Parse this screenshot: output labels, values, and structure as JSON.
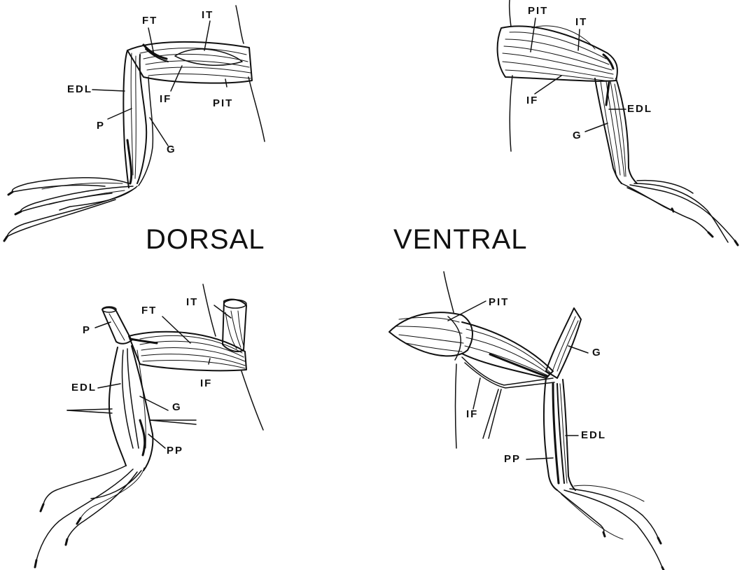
{
  "view_titles": {
    "dorsal": "DORSAL",
    "ventral": "VENTRAL"
  },
  "panels": {
    "top_left": {
      "labels": {
        "ft": "FT",
        "it": "IT",
        "edl": "EDL",
        "if": "IF",
        "pit": "PIT",
        "p": "P",
        "g": "G"
      }
    },
    "top_right": {
      "labels": {
        "pit": "PIT",
        "it": "IT",
        "if": "IF",
        "edl": "EDL",
        "g": "G"
      }
    },
    "bottom_left": {
      "labels": {
        "it": "IT",
        "ft": "FT",
        "p": "P",
        "if": "IF",
        "edl": "EDL",
        "g": "G",
        "pp": "PP"
      }
    },
    "bottom_right": {
      "labels": {
        "pit": "PIT",
        "g": "G",
        "if": "IF",
        "edl": "EDL",
        "pp": "PP"
      }
    }
  },
  "colors": {
    "ink": "#111111",
    "paper": "#ffffff"
  }
}
